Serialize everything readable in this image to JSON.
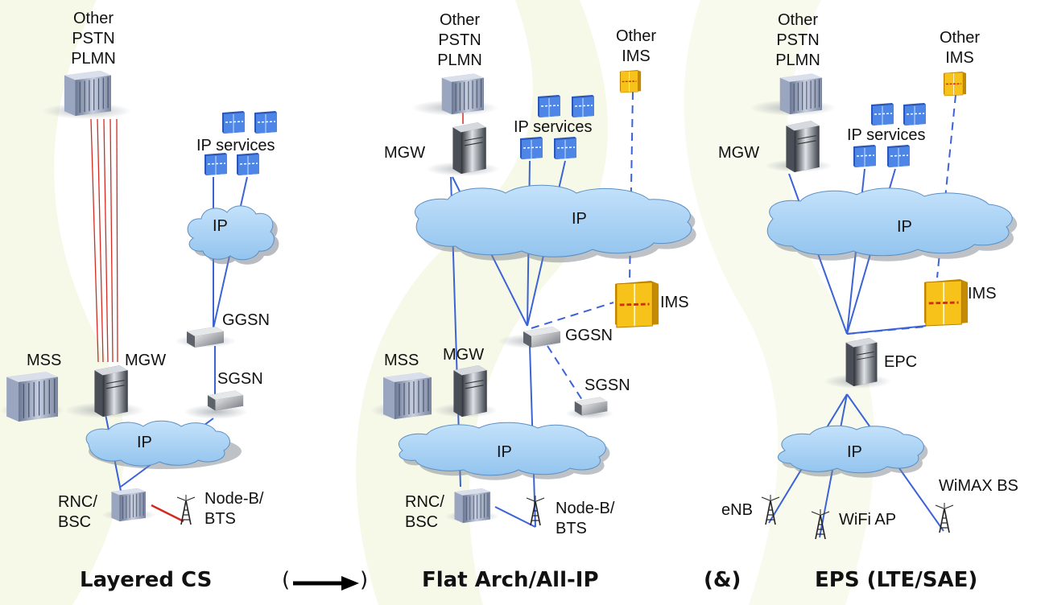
{
  "captions": {
    "layered": "Layered CS",
    "arrow_open": "(",
    "arrow_close": ")",
    "flat": "Flat Arch/All-IP",
    "amp": "(&)",
    "eps": "EPS (LTE/SAE)"
  },
  "panel1": {
    "other_networks": [
      "Other",
      "PSTN",
      "PLMN"
    ],
    "ip_services": "IP services",
    "ip_top": "IP",
    "ggsn": "GGSN",
    "sgsn": "SGSN",
    "mss": "MSS",
    "mgw": "MGW",
    "ip_bottom": "IP",
    "rnc_bsc": [
      "RNC/",
      "BSC"
    ],
    "nodeb_bts": [
      "Node-B/",
      "BTS"
    ]
  },
  "panel2": {
    "other_networks": [
      "Other",
      "PSTN",
      "PLMN"
    ],
    "other_ims": [
      "Other",
      "IMS"
    ],
    "mgw_top": "MGW",
    "ip_services": "IP services",
    "ip_top": "IP",
    "ims": "IMS",
    "ggsn": "GGSN",
    "mss": "MSS",
    "mgw": "MGW",
    "sgsn": "SGSN",
    "ip_bottom": "IP",
    "rnc_bsc": [
      "RNC/",
      "BSC"
    ],
    "nodeb_bts": [
      "Node-B/",
      "BTS"
    ]
  },
  "panel3": {
    "other_networks": [
      "Other",
      "PSTN",
      "PLMN"
    ],
    "other_ims": [
      "Other",
      "IMS"
    ],
    "mgw": "MGW",
    "ip_services": "IP services",
    "ip_top": "IP",
    "ims": "IMS",
    "epc": "EPC",
    "ip_bottom": "IP",
    "enb": "eNB",
    "wifi_ap": "WiFi AP",
    "wimax_bs": "WiMAX BS"
  },
  "colors": {
    "cloud_fill": "#a9d3f5",
    "cloud_stroke": "#5a8fc4",
    "link_blue": "#3b63d6",
    "link_red": "#d42a1f",
    "ims_yellow": "#f5c518",
    "service_blue": "#3f77d8",
    "watermark_green": "#e9f1c9"
  }
}
